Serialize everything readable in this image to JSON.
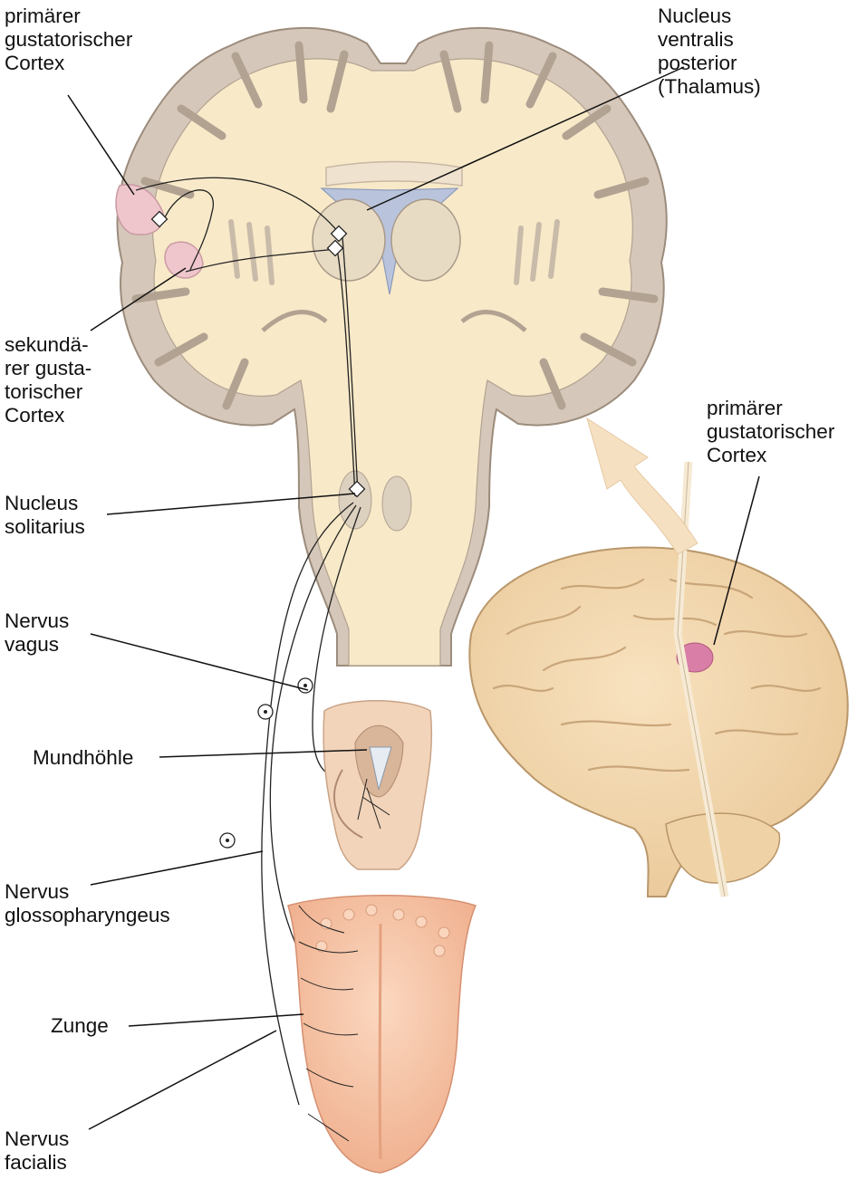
{
  "labels": {
    "primary_cortex_left": "primärer\ngustatorischer\nCortex",
    "nucleus_ventralis": "Nucleus\nventralis\nposterior\n(Thalamus)",
    "secondary_cortex": "sekundä-\nrer gusta-\ntorischer\nCortex",
    "primary_cortex_right": "primärer\ngustatorischer\nCortex",
    "nucleus_solitarius": "Nucleus\nsolitarius",
    "nervus_vagus": "Nervus\nvagus",
    "mundhoehle": "Mundhöhle",
    "nervus_glossopharyngeus": "Nervus\nglossopharyngeus",
    "zunge": "Zunge",
    "nervus_facialis": "Nervus\nfacialis"
  },
  "colors": {
    "brain_fill": "#f8e9c8",
    "cortex_rim": "#d2c4b6",
    "cortex_line": "#a89888",
    "ventricle": "#b9c4dc",
    "gustatory_area": "#efc6cc",
    "tongue": "#f6c2a4",
    "oral_cavity": "#f2d4ba",
    "lateral_brain": "#f2d6ac",
    "arrow": "#f6e0c2",
    "leader_line": "#111111"
  }
}
